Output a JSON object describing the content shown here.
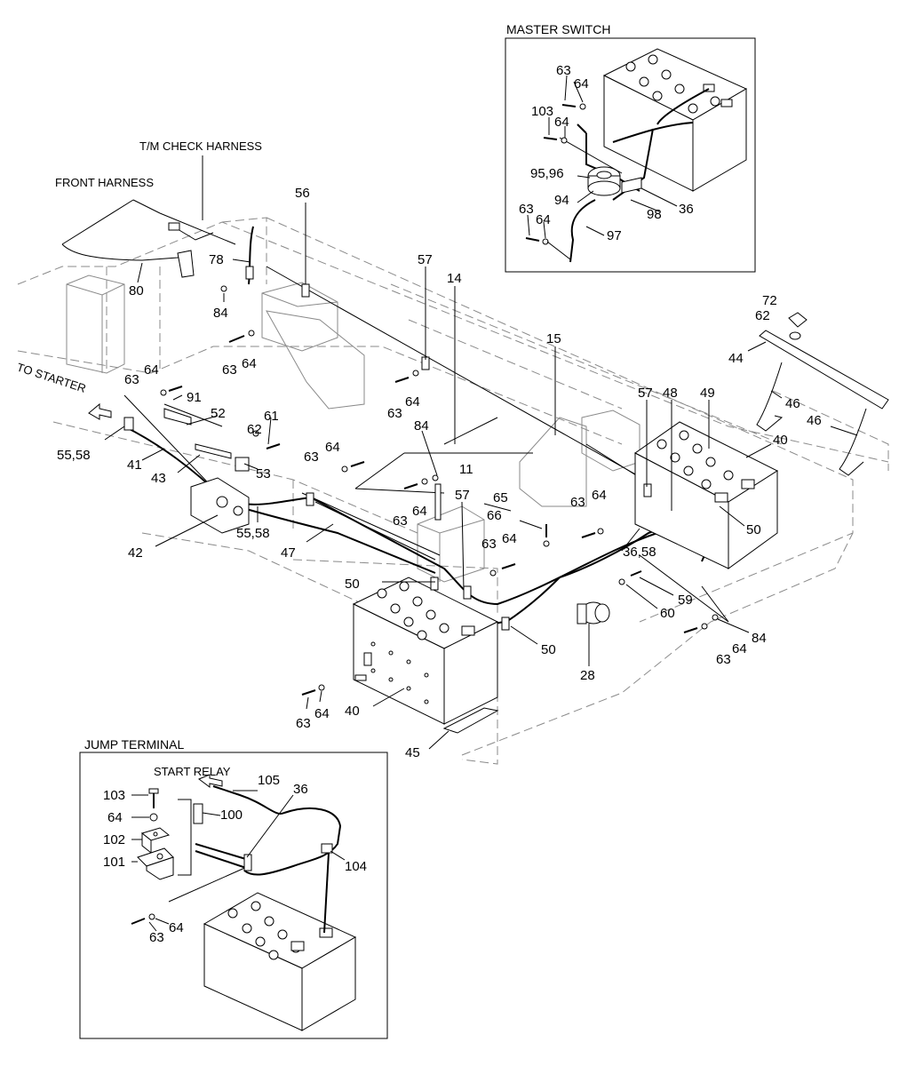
{
  "insets": {
    "master_switch": "MASTER SWITCH",
    "jump_terminal": "JUMP TERMINAL"
  },
  "captions": {
    "tm_check_harness": "T/M CHECK HARNESS",
    "front_harness": "FRONT HARNESS",
    "to_starter": "TO STARTER",
    "start_relay": "START RELAY"
  },
  "callouts": {
    "c01": "63",
    "c02": "64",
    "c03": "103",
    "c04": "64",
    "c05": "95,96",
    "c06": "94",
    "c07": "36",
    "c08": "98",
    "c09": "63",
    "c10": "64",
    "c11": "97",
    "c12": "56",
    "c13": "78",
    "c14": "80",
    "c15": "84",
    "c16": "57",
    "c17": "14",
    "c18": "15",
    "c19": "72",
    "c20": "62",
    "c21": "44",
    "c22": "63",
    "c23": "64",
    "c24": "63",
    "c25": "64",
    "c26": "46",
    "c27": "46",
    "c28": "57",
    "c29": "48",
    "c30": "49",
    "c31": "40",
    "c32": "63",
    "c33": "64",
    "c34": "91",
    "c35": "52",
    "c36": "61",
    "c37": "62",
    "c38": "55,58",
    "c39": "41",
    "c40": "43",
    "c41": "53",
    "c42": "63",
    "c43": "64",
    "c44": "84",
    "c45": "11",
    "c46": "64",
    "c47": "63",
    "c48": "57",
    "c49": "65",
    "c50": "66",
    "c51": "63",
    "c52": "64",
    "c53": "50",
    "c54": "55,58",
    "c55": "47",
    "c56": "42",
    "c57": "63",
    "c58": "64",
    "c59": "36,58",
    "c60": "59",
    "c61": "60",
    "c62": "50",
    "c63": "84",
    "c64": "64",
    "c65": "63",
    "c66": "50",
    "c67": "28",
    "c68": "63",
    "c69": "64",
    "c70": "40",
    "c71": "45",
    "c72": "103",
    "c73": "64",
    "c74": "102",
    "c75": "101",
    "c76": "105",
    "c77": "36",
    "c78": "100",
    "c79": "104",
    "c80": "63",
    "c81": "64"
  }
}
